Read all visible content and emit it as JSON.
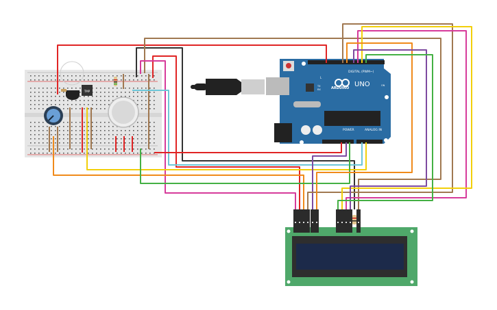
{
  "arduino": {
    "brand": "ARDUINO",
    "model": "UNO",
    "digital_label": "DIGITAL (PWM~)",
    "power_label": "POWER",
    "analog_label": "ANALOG IN",
    "led_l": "L",
    "led_tx": "TX",
    "led_rx": "RX",
    "led_on": "ON",
    "board_color": "#2a6ca3"
  },
  "breadboard": {
    "components": [
      "light-bulb",
      "tmp-sensor",
      "potentiometer",
      "resistor",
      "gas-sensor"
    ],
    "tmp_label": "TMP"
  },
  "lcd": {
    "board_color": "#4fa86a",
    "screen_color": "#1c2a4a"
  },
  "wire_colors": {
    "red": "#e02424",
    "black": "#333333",
    "brown": "#a07850",
    "pink": "#d63a9a",
    "cyan": "#6cc6d8",
    "yellow": "#f2cf0a",
    "orange": "#f08a1a",
    "green": "#44b044",
    "purple": "#7d4aa0"
  }
}
